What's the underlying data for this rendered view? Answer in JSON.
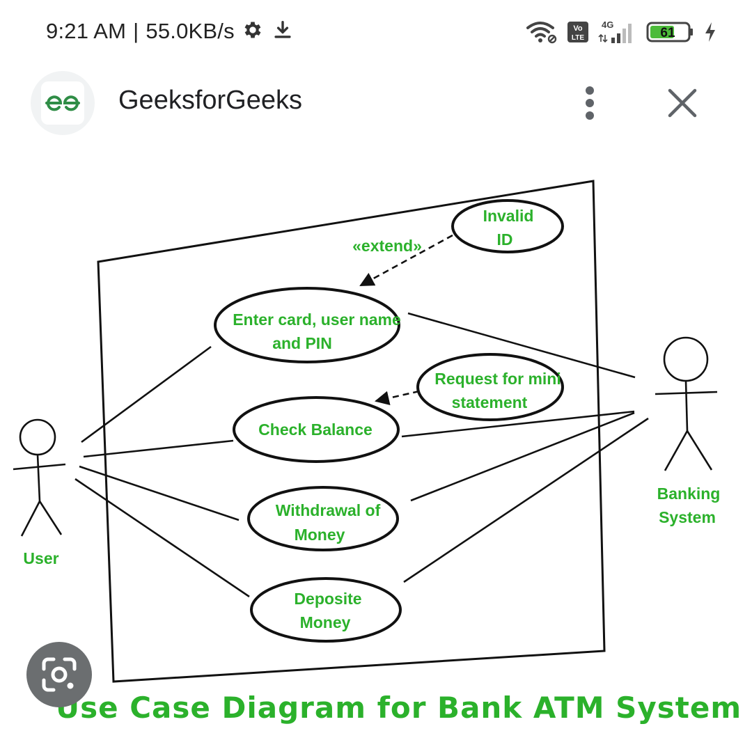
{
  "status_bar": {
    "time": "9:21 AM",
    "network_speed": "55.0KB/s",
    "network_type": "4G",
    "volte": "Vo LTE",
    "battery_level": "61",
    "icons": [
      "gear-icon",
      "download-icon",
      "wifi-icon",
      "volte-icon",
      "signal-icon",
      "battery-icon",
      "charging-icon"
    ]
  },
  "app_bar": {
    "site_name": "GeeksforGeeks",
    "logo_text": "GG",
    "brand_color": "#2f8d46",
    "icons": [
      "gfg-logo-icon",
      "more-vert-icon",
      "close-icon"
    ]
  },
  "diagram": {
    "actors": {
      "user": "User",
      "banking": [
        "Banking",
        "System"
      ]
    },
    "use_cases": {
      "login": [
        "Enter card, user name",
        "and PIN"
      ],
      "invalid": [
        "Invalid",
        "ID"
      ],
      "balance": [
        "Check Balance"
      ],
      "mini": [
        "Request for mini",
        "statement"
      ],
      "withdraw": [
        "Withdrawal of",
        "Money"
      ],
      "deposit": [
        "Deposite",
        "Money"
      ]
    },
    "extend_label": "«extend»",
    "title": "Use Case Diagram for Bank ATM System",
    "label_color": "#2bb12b"
  },
  "lens": {
    "icon": "google-lens-icon"
  }
}
